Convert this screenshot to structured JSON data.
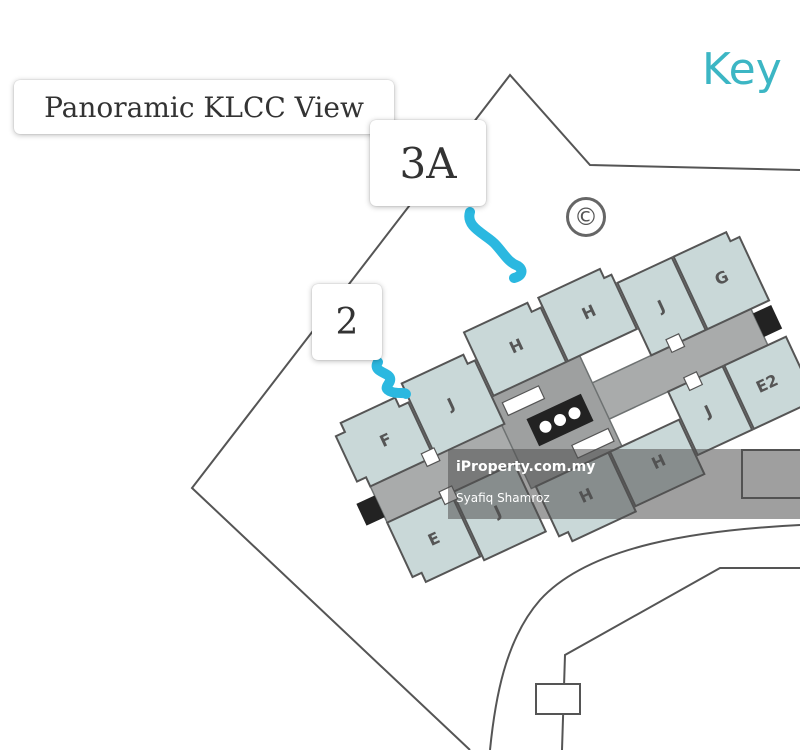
{
  "labels": {
    "view": "Panoramic KLCC View",
    "unit_3a": "3A",
    "unit_2": "2",
    "key": "Key"
  },
  "map": {
    "copyright_symbol": "©",
    "units": {
      "h_top": "H",
      "h_top2": "H",
      "j_top": "J",
      "g": "G",
      "j_left": "J",
      "f": "F",
      "e": "E",
      "j_bottom": "J",
      "h_bottom": "H",
      "h_mid": "H",
      "j_right": "J",
      "e2": "E2"
    }
  },
  "watermark": {
    "brand": "iProperty.com.my",
    "author": "Syafiq Shamroz"
  },
  "colors": {
    "unit_fill": "#c9d8d8",
    "corridor": "#a9abab",
    "marker": "#2bb8e0",
    "key_text": "#3cb6c4"
  }
}
